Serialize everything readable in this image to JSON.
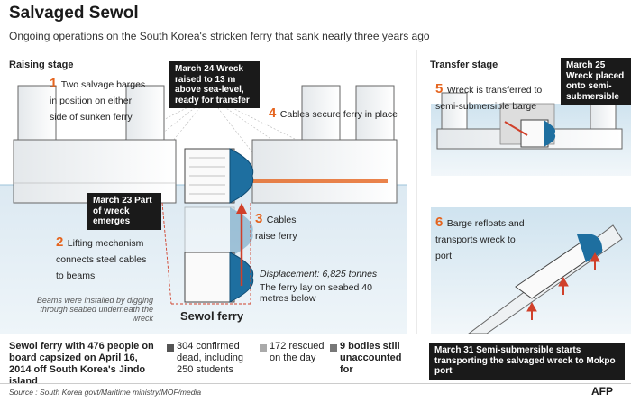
{
  "title": "Salvaged Sewol",
  "subtitle": "Ongoing operations on the South Korea's stricken ferry that sank nearly three years ago",
  "raising": {
    "heading": "Raising stage",
    "step1": {
      "num": "1",
      "text": "Two salvage barges in position on either side of sunken ferry"
    },
    "step2": {
      "num": "2",
      "text": "Lifting mechanism connects steel cables to beams"
    },
    "step3": {
      "num": "3",
      "text": "Cables raise ferry"
    },
    "step4": {
      "num": "4",
      "text": "Cables secure ferry in place"
    },
    "march24": "March 24 Wreck raised to 13 m above sea-level, ready for transfer",
    "march23": "March 23 Part of wreck emerges",
    "beams_note": "Beams were installed by digging through seabed underneath the wreck",
    "displacement": "Displacement: 6,825 tonnes",
    "seabed_note": "The ferry lay on seabed 40 metres below",
    "ferry_label": "Sewol ferry"
  },
  "transfer": {
    "heading": "Transfer stage",
    "step5": {
      "num": "5",
      "text": "Wreck is transferred to semi-submersible barge"
    },
    "march25": "March 25 Wreck placed onto semi-submersible",
    "step6": {
      "num": "6",
      "text": "Barge refloats and transports wreck to port"
    },
    "march31": "March 31 Semi-submersible starts transporting the salvaged wreck to Mokpo port"
  },
  "stats": {
    "intro": "Sewol ferry with 476 people on board capsized on April 16, 2014 off South Korea's Jindo island",
    "dead": "304 confirmed dead, including 250 students",
    "rescued": "172 rescued on the day",
    "missing": "9 bodies still unaccounted for"
  },
  "source": "Source : South Korea govt/Maritime ministry/MOF/media",
  "logo": "AFP",
  "colors": {
    "accent": "#e5641e",
    "water": "#d6e8f2",
    "hull": "#1e6fa0",
    "box": "#1a1a1a"
  }
}
